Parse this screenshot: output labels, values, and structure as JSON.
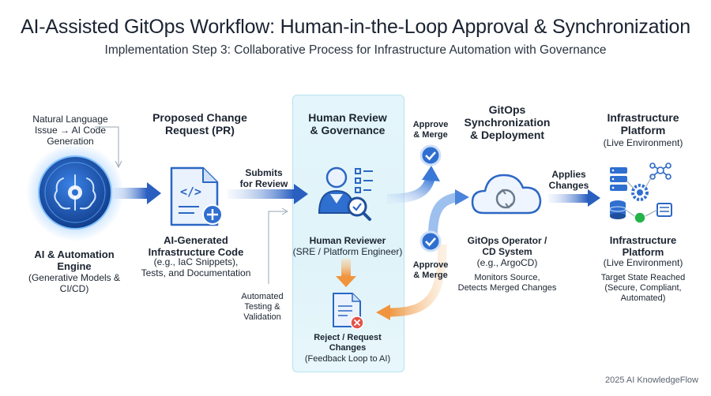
{
  "header": {
    "title": "AI-Assisted GitOps Workflow: Human-in-the-Loop Approval & Synchronization",
    "subtitle": "Implementation Step 3: Collaborative Process for Infrastructure Automation with Governance"
  },
  "ai_engine": {
    "input_note": [
      "Natural Language",
      "Issue → AI Code",
      "Generation"
    ],
    "label": [
      "AI & Automation",
      "Engine"
    ],
    "detail": [
      "(Generative Models &",
      "CI/CD)"
    ]
  },
  "pr": {
    "heading": [
      "Proposed Change",
      "Request (PR)"
    ],
    "label": [
      "AI-Generated",
      "Infrastructure Code"
    ],
    "detail": [
      "(e.g., IaC Snippets),",
      "Tests, and Documentation"
    ],
    "submits": [
      "Submits",
      "for Review"
    ],
    "testing": [
      "Automated",
      "Testing &",
      "Validation"
    ]
  },
  "review": {
    "heading": [
      "Human Review",
      "& Governance"
    ],
    "reviewer_label": "Human Reviewer",
    "reviewer_detail": "(SRE / Platform Engineer)",
    "reject_label": [
      "Reject / Request",
      "Changes"
    ],
    "reject_detail": "(Feedback Loop to AI)"
  },
  "approve": {
    "top": [
      "Approve",
      "& Merge"
    ],
    "bottom": [
      "Approve",
      "& Merge"
    ]
  },
  "gitops": {
    "heading": [
      "GitOps",
      "Synchronization",
      "& Deployment"
    ],
    "operator_label": [
      "GitOps Operator /",
      "CD System"
    ],
    "operator_detail": "(e.g., ArgoCD)",
    "monitor": [
      "Monitors Source,",
      "Detects Merged Changes"
    ],
    "applies": [
      "Applies",
      "Changes"
    ]
  },
  "platform": {
    "heading": [
      "Infrastructure",
      "Platform"
    ],
    "heading_detail": "(Live Environment)",
    "label": [
      "Infrastructure",
      "Platform"
    ],
    "label_detail": "(Live Environment)",
    "target": [
      "Target State Reached",
      "(Secure, Compliant,",
      "Automated)"
    ]
  },
  "footer": "2025 AI KnowledgeFlow",
  "colors": {
    "blue_dark": "#1f4f9c",
    "blue_mid": "#2f6fd0",
    "blue_light": "#8fb7ef",
    "cyan_panel": "#e2f5fa",
    "orange": "#f2a458",
    "red": "#e2534a",
    "green": "#23b34a"
  }
}
